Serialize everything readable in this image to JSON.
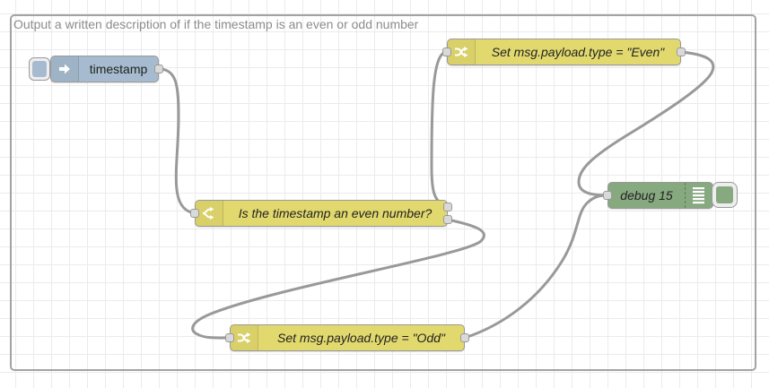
{
  "group": {
    "label": "Output a written description of if the timestamp is an even or odd number"
  },
  "nodes": {
    "inject": {
      "label": "timestamp",
      "color": "#a6bbcf"
    },
    "switch": {
      "label": "Is the timestamp an even number?",
      "color": "#e2d96e"
    },
    "change_even": {
      "label": "Set msg.payload.type = \"Even\"",
      "color": "#e2d96e"
    },
    "change_odd": {
      "label": "Set msg.payload.type = \"Odd\"",
      "color": "#e2d96e"
    },
    "debug": {
      "label": "debug 15",
      "color": "#87a980"
    }
  },
  "colors": {
    "wire": "#999999",
    "port_fill": "#d9d9d9",
    "port_border": "#999999",
    "node_border": "#999999",
    "group_border": "#a3a3a3",
    "grid_line": "#ebebeb",
    "node_label_text": "#222222",
    "group_label_text": "#8c8c8c",
    "icon_glyph": "#ffffff",
    "background": "#ffffff"
  }
}
